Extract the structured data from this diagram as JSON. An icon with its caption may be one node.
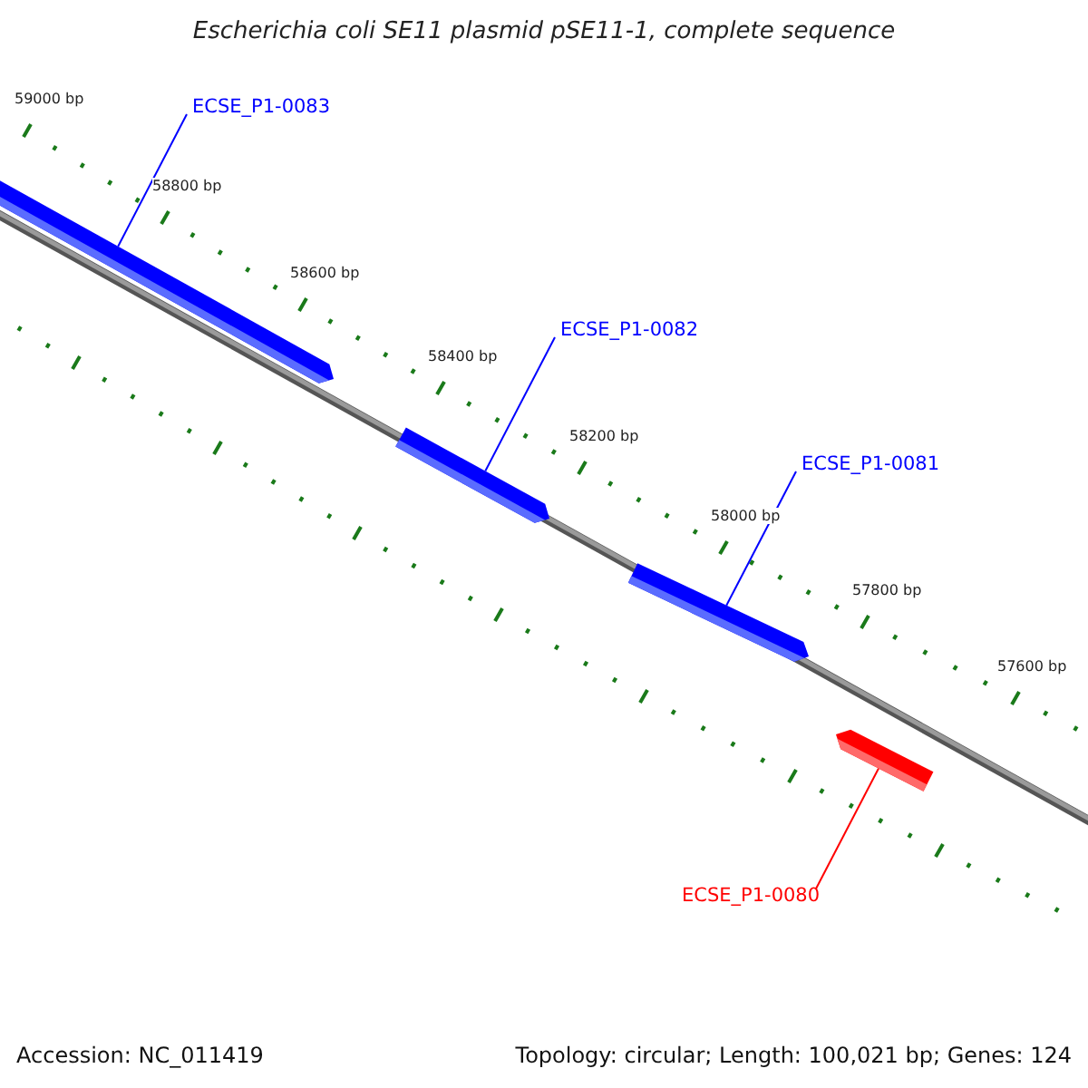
{
  "diagram": {
    "title": "Escherichia coli SE11 plasmid pSE11-1, complete sequence",
    "nodes": [
      {
        "text": [
          "ECSE_P1-0083"
        ]
      },
      {
        "text": [],
        "shape": "bar"
      },
      {
        "text": [
          "ECSE_P1-0082"
        ]
      },
      {
        "text": [],
        "shape": "bar"
      },
      {
        "text": [
          "ECSE_P1-0081"
        ]
      },
      {
        "text": [],
        "shape": "bar"
      },
      {
        "text": [],
        "shape": "bar"
      },
      {
        "text": [
          "ECSE_P1-0080"
        ]
      }
    ],
    "edges": [
      {
        "from": 0,
        "to": 1,
        "arrow": "none"
      },
      {
        "from": 2,
        "to": 3,
        "arrow": "none"
      },
      {
        "from": 4,
        "to": 5,
        "arrow": "none"
      },
      {
        "from": 7,
        "to": 6,
        "arrow": "none",
        "color": "#ff0000"
      }
    ],
    "labels": [
      "59000 bp",
      "58800 bp",
      "58600 bp",
      "58400 bp",
      "58200 bp",
      "58000 bp",
      "57800 bp",
      "57600 bp",
      "Accession: NC_011419",
      "Topology: circular; Length: 100,021 bp; Genes: 124"
    ]
  }
}
